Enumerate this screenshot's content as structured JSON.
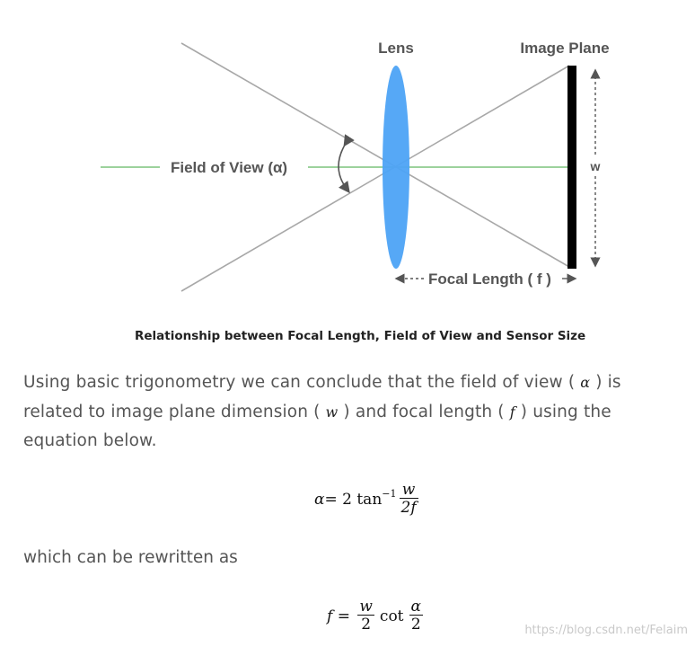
{
  "diagram": {
    "lens_label": "Lens",
    "image_plane_label": "Image Plane",
    "fov_label": "Field of View (α)",
    "w_label": "w",
    "focal_label": "Focal Length ( f )"
  },
  "caption": "Relationship between Focal Length, Field of View and Sensor Size",
  "paragraph": {
    "t1": "Using basic trigonometry we can conclude that the field of view ( ",
    "v1": "α",
    "t2": " ) is related to image plane dimension ( ",
    "v2": "w",
    "t3": " ) and focal length ( ",
    "v3": "f",
    "t4": " ) using the equation below."
  },
  "equation1": {
    "lhs": "α",
    "eq": " = 2 tan",
    "sup": "−1",
    "num": "w",
    "den": "2f"
  },
  "paragraph2": "which can be rewritten as",
  "equation2": {
    "lhs": "f",
    "eq": " = ",
    "num1": "w",
    "den1": "2",
    "cot": "cot",
    "num2": "α",
    "den2": "2"
  },
  "watermark": "https://blog.csdn.net/Felaim",
  "colors": {
    "lens": "#4da3f5",
    "axis": "#7cc47c",
    "rays": "#a8a8a8",
    "plane": "#000000",
    "label": "#555555"
  }
}
